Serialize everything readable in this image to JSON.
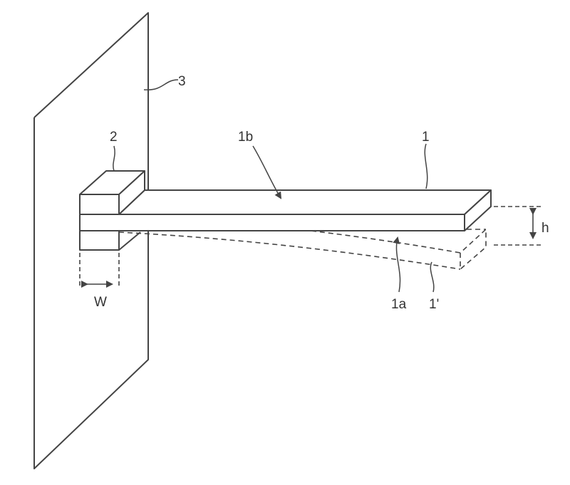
{
  "labels": {
    "wall": "3",
    "support_block": "2",
    "beam_upper_surface": "1b",
    "beam": "1",
    "beam_lower_surface": "1a",
    "deflected_beam": "1'",
    "deflection": "h",
    "width": "W"
  },
  "colors": {
    "line": "#444444",
    "background": "#ffffff"
  }
}
